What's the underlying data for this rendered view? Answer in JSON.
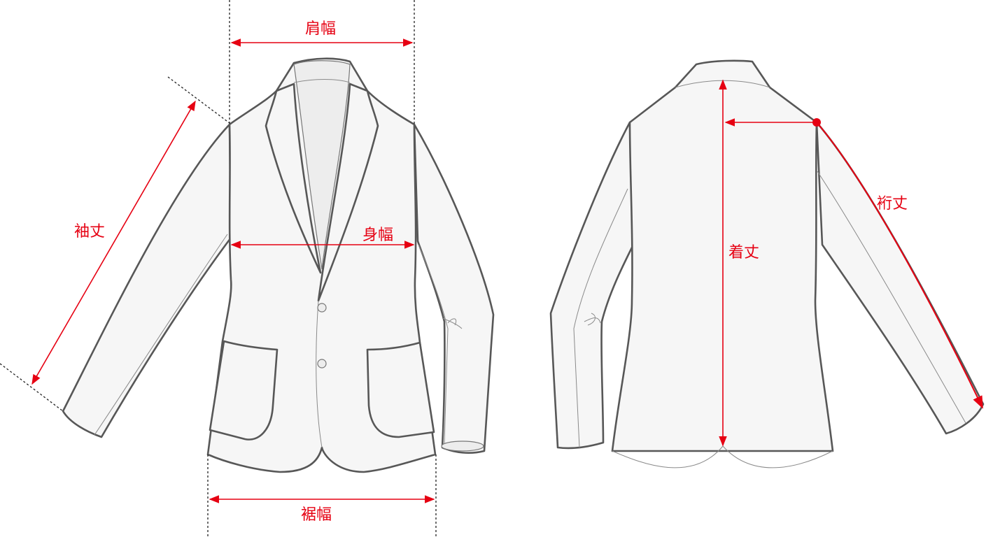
{
  "labels": {
    "shoulder_width": "肩幅",
    "sleeve_length": "袖丈",
    "body_width": "身幅",
    "hem_width": "裾幅",
    "body_length": "着丈",
    "yuki_length": "裄丈"
  },
  "colors": {
    "measurement": "#e60012",
    "outline": "#575757",
    "fill": "#f6f6f6"
  }
}
